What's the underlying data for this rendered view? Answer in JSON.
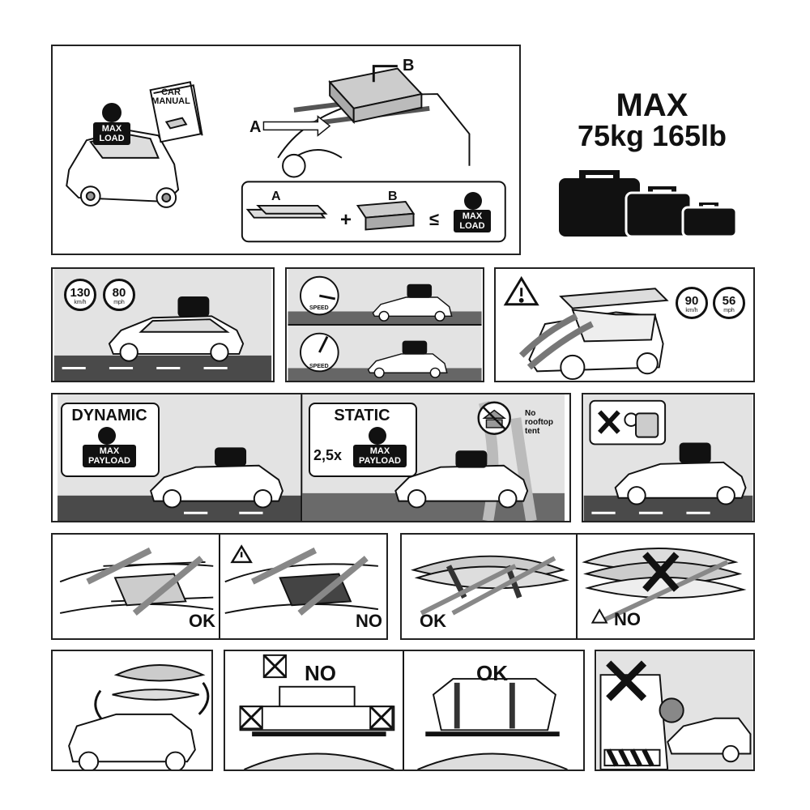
{
  "top": {
    "car_manual": "CAR MANUAL",
    "max_load": "MAX LOAD",
    "label_a": "A",
    "label_b": "B",
    "formula_a": "A",
    "formula_b": "B",
    "formula_plus": "+",
    "formula_leq": "≤",
    "formula_max_load": "MAX LOAD"
  },
  "max_info": {
    "line1": "MAX",
    "line2": "75kg 165lb"
  },
  "speed": {
    "kmh_value": "130",
    "kmh_unit": "km/h",
    "mph_value": "80",
    "mph_unit": "mph",
    "speed_label_1": "SPEED",
    "speed_label_2": "SPEED",
    "wind_kmh_value": "90",
    "wind_kmh_unit": "km/h",
    "wind_mph_value": "56",
    "wind_mph_unit": "mph"
  },
  "payload": {
    "dynamic_title": "DYNAMIC",
    "dynamic_label": "MAX PAYLOAD",
    "static_title": "STATIC",
    "static_multiplier": "2,5x",
    "static_label": "MAX PAYLOAD",
    "no_tent": "No rooftop tent"
  },
  "usage": {
    "sunroof_ok": "OK",
    "sunroof_no": "NO",
    "surf_ok": "OK",
    "surf_no": "NO",
    "stack_no": "NO",
    "stack_ok": "OK"
  },
  "colors": {
    "ink": "#111111",
    "road": "#4a4a4a",
    "sky": "#e3e3e3"
  }
}
